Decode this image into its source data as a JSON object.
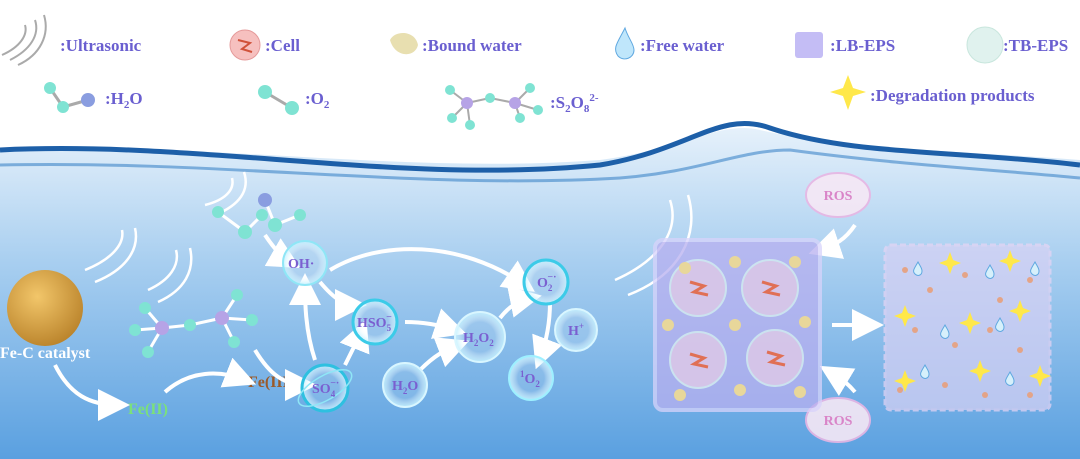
{
  "legend": {
    "ultrasonic": ":Ultrasonic",
    "cell": ":Cell",
    "bound_water": ":Bound water",
    "free_water": ":Free water",
    "lb_eps": ":LB-EPS",
    "tb_eps": ":TB-EPS",
    "h2o": ":H",
    "h2o_sub": "2",
    "h2o_tail": "O",
    "o2": ":O",
    "o2_sub": "2",
    "s2o8": ":S",
    "s2o8_sub1": "2",
    "s2o8_mid": "O",
    "s2o8_sub2": "8",
    "s2o8_sup": "2-",
    "degradation": ":Degradation products"
  },
  "catalyst": {
    "label": "Fe-C catalyst",
    "fe2": "Fe(II)",
    "fe3": "Fe(III)",
    "fe2_color": "#7be07b",
    "fe3_color": "#9a5a2a"
  },
  "species": {
    "oh": "OH·",
    "hso5": "HSO",
    "hso5_sub": "5",
    "hso5_sup": "−",
    "so4": "SO",
    "so4_sub": "4",
    "so4_sup": "−·",
    "h2o": "H",
    "h2o_sub": "2",
    "h2o_tail": "O",
    "h2o2": "H",
    "h2o2_sub": "2",
    "h2o2_mid": "O",
    "h2o2_sub2": "2",
    "o2rad": "O",
    "o2rad_sub": "2",
    "o2rad_sup": "−·",
    "hplus": "H",
    "hplus_sup": "+",
    "singlet": "O",
    "singlet_pre": "1",
    "singlet_sub": "2"
  },
  "ros": {
    "top": "ROS",
    "bottom": "ROS"
  },
  "colors": {
    "label": "#6a5fd0",
    "water": "#5fa8e0",
    "catalyst": "#d9a441",
    "lb_eps": "#b8b0f0"
  }
}
